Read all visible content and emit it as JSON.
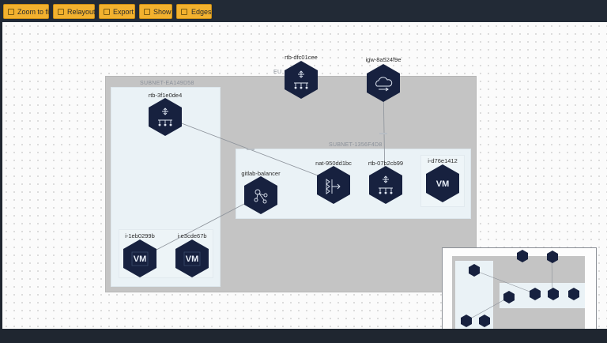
{
  "toolbar": {
    "buttons": [
      {
        "label": "Zoom to fit",
        "icon": "zoom-fit-icon"
      },
      {
        "label": "Relayout",
        "icon": "relayout-icon"
      },
      {
        "label": "Export",
        "icon": "export-icon"
      },
      {
        "label": "Show",
        "icon": "show-icon"
      },
      {
        "label": "Edges",
        "icon": "edges-icon"
      }
    ]
  },
  "colors": {
    "node": "#17213f",
    "region": "#c4c4c4",
    "subnet": "#eaf2f6",
    "button": "#f2b12e"
  },
  "groups": {
    "region": {
      "label": "EU"
    },
    "subnet_a": {
      "label": "SUBNET-EA149D58"
    },
    "subnet_b": {
      "label": "SUBNET-1356F4D8"
    }
  },
  "nodes": {
    "rtb_dfc": {
      "label": "rtb-dfc01cee",
      "icon": "route-table-icon"
    },
    "igw": {
      "label": "igw-8a524f9e",
      "icon": "internet-gateway-icon"
    },
    "rtb_3f1": {
      "label": "rtb-3f1e0de4",
      "icon": "route-table-icon"
    },
    "gitlab": {
      "label": "gitlab-balancer",
      "icon": "load-balancer-icon"
    },
    "nat": {
      "label": "nat-950dd1bc",
      "icon": "nat-gateway-icon"
    },
    "rtb_07b": {
      "label": "rtb-07b2cb99",
      "icon": "route-table-icon"
    },
    "vm_d76": {
      "label": "i-d76e1412",
      "icon": "vm-icon",
      "text": "VM"
    },
    "vm_1eb": {
      "label": "i-1eb0299b",
      "icon": "vm-icon",
      "text": "VM"
    },
    "vm_e3c": {
      "label": "i-e3cde67b",
      "icon": "vm-icon",
      "text": "VM"
    }
  }
}
